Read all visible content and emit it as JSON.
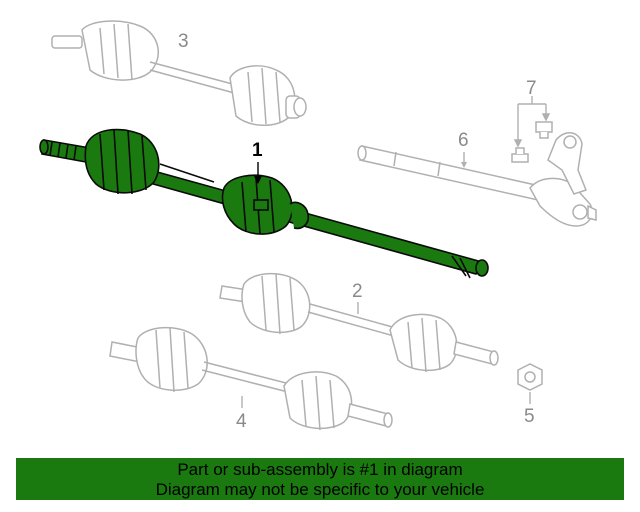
{
  "callouts": {
    "c1": "1",
    "c2": "2",
    "c3": "3",
    "c4": "4",
    "c5": "5",
    "c6": "6",
    "c7": "7"
  },
  "banner": {
    "line1": "Part or sub-assembly is #1 in diagram",
    "line2": "Diagram may not be specific to your vehicle"
  },
  "colors": {
    "highlight": "#1a7a10",
    "part_outline": "#b0b0b0",
    "highlight_outline": "#0a0a0a"
  }
}
